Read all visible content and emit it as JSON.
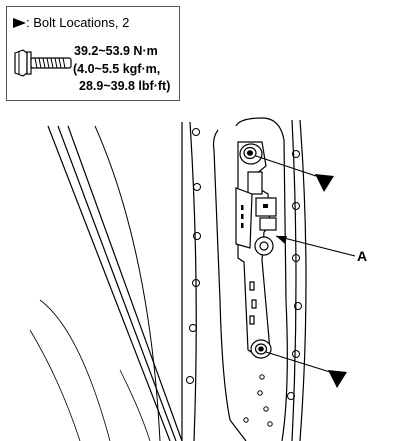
{
  "legend": {
    "arrow_icon": "black-triangle-pointer",
    "bolt_locations": ": Bolt Locations, 2",
    "bolt_icon": "bolt-icon",
    "torque_nm": "39.2~53.9 N·m",
    "torque_kgfm": "(4.0~5.5 kgf·m,",
    "torque_lbfft": "28.9~39.8 lbf·ft)"
  },
  "callouts": {
    "part_label": "A"
  },
  "colors": {
    "line": "#000000",
    "background": "#ffffff"
  }
}
